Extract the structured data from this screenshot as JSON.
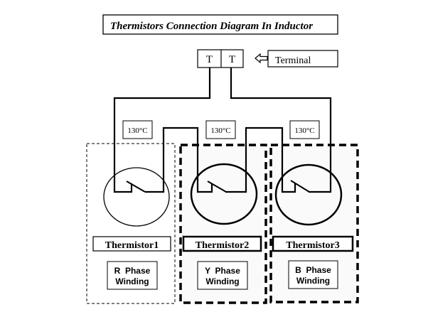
{
  "title": "Thermistors Connection Diagram In Inductor",
  "terminal": {
    "pins": [
      "T",
      "T"
    ],
    "label": "Terminal",
    "arrow": "left-arrow"
  },
  "thermistors": [
    {
      "rating": "130°C",
      "name": "Thermistor1",
      "winding_line1": "R  Phase",
      "winding_line2": "Winding",
      "border": "thin-dashed"
    },
    {
      "rating": "130°C",
      "name": "Thermistor2",
      "winding_line1": "Y  Phase",
      "winding_line2": "Winding",
      "border": "thick-dashed"
    },
    {
      "rating": "130°C",
      "name": "Thermistor3",
      "winding_line1": "B  Phase",
      "winding_line2": "Winding",
      "border": "thick-dashed"
    }
  ],
  "colors": {
    "line": "#000000",
    "background": "#ffffff",
    "panel_fill": "#fafafa"
  }
}
